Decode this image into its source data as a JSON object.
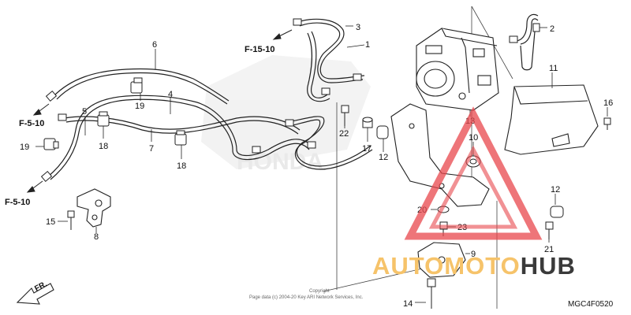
{
  "callouts": {
    "c1": "1",
    "c2": "2",
    "c3": "3",
    "c4": "4",
    "c5": "5",
    "c6": "6",
    "c7": "7",
    "c8": "8",
    "c9": "9",
    "c10": "10",
    "c11": "11",
    "c12a": "12",
    "c12b": "12",
    "c13": "13",
    "c14": "14",
    "c15": "15",
    "c16": "16",
    "c17": "17",
    "c18a": "18",
    "c18b": "18",
    "c19a": "19",
    "c19b": "19",
    "c20": "20",
    "c21": "21",
    "c22": "22",
    "c23": "23"
  },
  "refs": {
    "f15_10": "F-15-10",
    "f5_10_top": "F-5-10",
    "f5_10_bottom": "F-5-10"
  },
  "front_label": "FR.",
  "diagram_code": "MGC4F0520",
  "copyright": {
    "line1": "Copyright",
    "line2": "Page data (c) 2004-20 Key ARI Network Services, Inc."
  },
  "watermark": {
    "part1": "AUTO",
    "part2": "MOTO",
    "part3": "HUB",
    "colors": {
      "primary": "#f6c36a",
      "secondary": "#3a3a3a",
      "triangle": "#e8474c"
    }
  },
  "faint_logo": "HONDA"
}
